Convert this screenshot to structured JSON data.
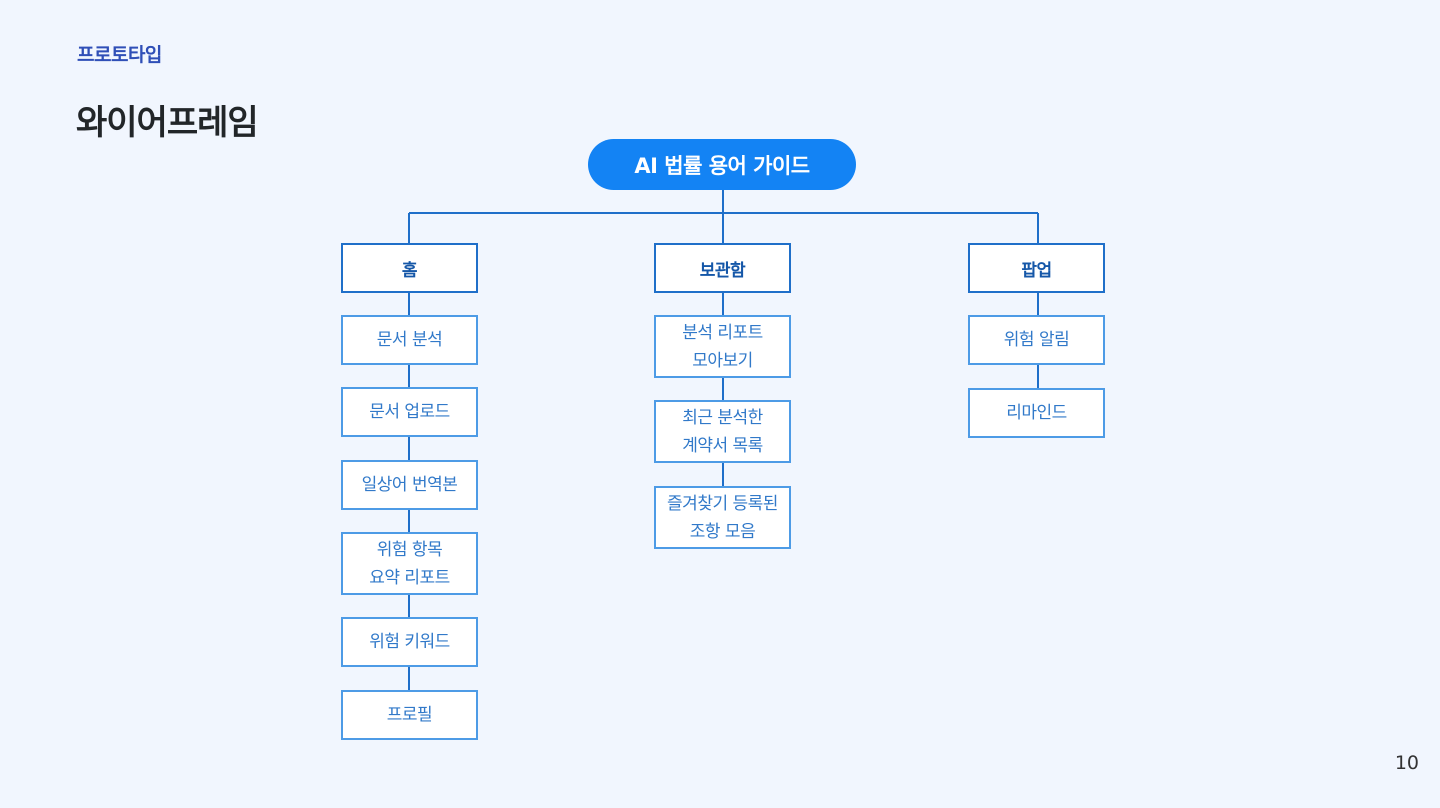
{
  "header": {
    "eyebrow": "프로토타입",
    "title": "와이어프레임"
  },
  "page_number": "10",
  "tree": {
    "root": "AI 법률 용어 가이드",
    "columns": [
      {
        "label": "홈",
        "items": [
          "문서 분석",
          "문서 업로드",
          "일상어 번역본",
          "위험 항목\n요약 리포트",
          "위험 키워드",
          "프로필"
        ]
      },
      {
        "label": "보관함",
        "items": [
          "분석 리포트\n모아보기",
          "최근 분석한\n계약서 목록",
          "즐겨찾기 등록된\n조항 모음"
        ]
      },
      {
        "label": "팝업",
        "items": [
          "위험 알림",
          "리마인드"
        ]
      }
    ]
  },
  "colors": {
    "background": "#f1f6fe",
    "root_fill": "#1383f4",
    "category_border": "#1f6fc9",
    "leaf_border": "#4d9be6",
    "connector": "#1f6fc9"
  }
}
